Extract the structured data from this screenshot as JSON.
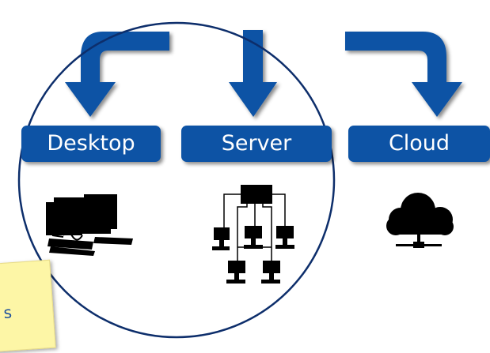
{
  "labels": {
    "desktop": "Desktop",
    "server": "Server",
    "cloud": "Cloud"
  },
  "note": {
    "text": "s"
  },
  "icons": {
    "desktop": "desktop-computers-icon",
    "server": "server-network-icon",
    "cloud": "cloud-network-icon"
  },
  "colors": {
    "label_background": "#0d53a5",
    "arrow": "#0d53a5",
    "circle_outline": "#0d2e6b",
    "note_background": "#fdf6a6",
    "icon": "#000000"
  }
}
